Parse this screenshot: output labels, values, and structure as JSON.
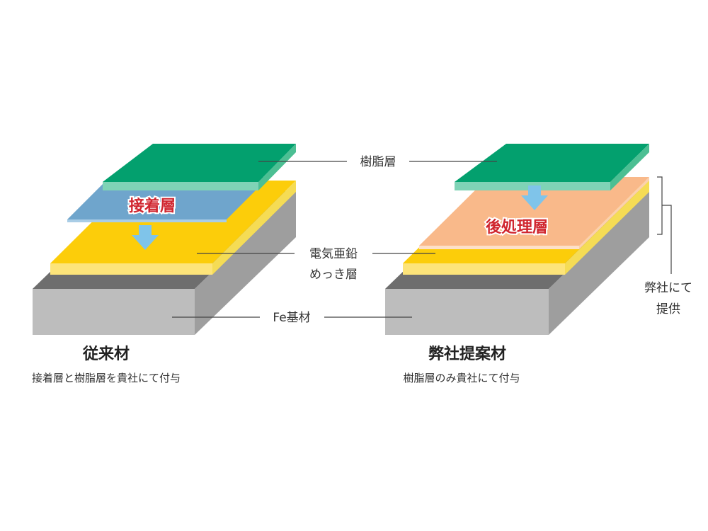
{
  "labels": {
    "resin_layer": "樹脂層",
    "zinc_plating_line1": "電気亜鉛",
    "zinc_plating_line2": "めっき層",
    "fe_base": "Fe基材",
    "adhesive_layer": "接着層",
    "post_treatment_layer": "後処理層",
    "provided_line1": "弊社にて",
    "provided_line2": "提供"
  },
  "conventional": {
    "title": "従来材",
    "subtitle": "接着層と樹脂層を貴社にて付与"
  },
  "proposed": {
    "title": "弊社提案材",
    "subtitle": "樹脂層のみ貴社にて付与"
  },
  "colors": {
    "resin_top": "#03a06e",
    "resin_edge": "#7fd3b6",
    "adhesive": "#6fa5cc",
    "zinc_top": "#fccd0a",
    "zinc_edge": "#fde47a",
    "post_treatment": "#f9b98a",
    "fe_front": "#bdbdbd",
    "fe_side": "#9e9e9e",
    "fe_top": "#6e6e6e",
    "arrow": "#7fc4ea"
  }
}
